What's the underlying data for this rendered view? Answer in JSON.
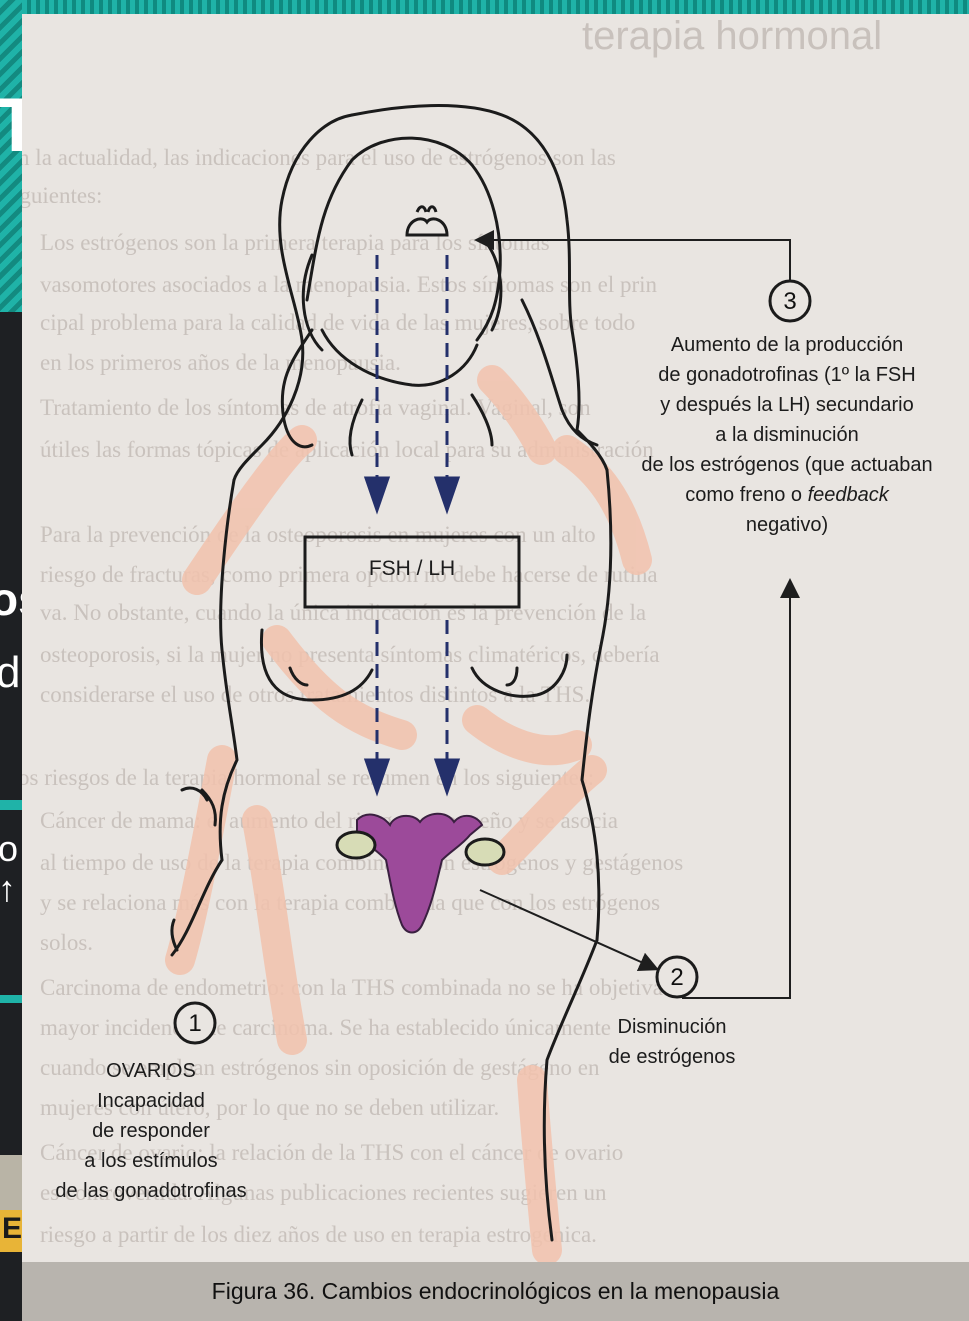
{
  "background_page": {
    "header": "terapia hormonal",
    "lines": [
      "En la actualidad, las indicaciones para el uso de estrógenos son las",
      "siguientes:",
      "Los estrógenos son la primera terapia para los síntomas",
      "vasomotores asociados a la menopausia. Estos síntomas son el prin",
      "cipal problema para la calidad de vida de las mujeres, sobre todo",
      "en los primeros años de la menopausia.",
      "Tratamiento de los síntomas de atrofia vaginal. Vaginal, son",
      "útiles las formas tópicas de aplicación local para su administración",
      "Para la prevención de la osteoporosis en mujeres con un alto",
      "riesgo de fracturas, como primera opción no debe hacerse de rutina",
      "va. No obstante, cuando la única indicación es la prevención de la",
      "osteoporosis, si la mujer no presenta síntomas climatéricos, debería",
      "considerarse el uso de otros tratamientos distintos a la THS.",
      "Los riesgos de la terapia hormonal se resumen en los siguientes:",
      "Cáncer de mama: el aumento del riesgo es pequeño y se asocia",
      "al tiempo de uso de la terapia combinada con estrógenos y gestágenos",
      "y se relaciona más con la terapia combinada que con los estrógenos",
      "solos.",
      "Carcinoma de endometrio: con la THS combinada no se ha objetivado",
      "mayor incidencia de carcinoma. Se ha establecido únicamente",
      "cuando se emplean estrógenos sin oposición de gestágeno en",
      "mujeres con útero, por lo que no se deben utilizar.",
      "Cáncer de ovario: la relación de la THS con el cáncer de ovario",
      "es controvertida. Algunas publicaciones recientes sugieren un",
      "riesgo a partir de los diez años de uso en terapia estrogénica."
    ]
  },
  "left_strip": {
    "fragments": [
      "T",
      "os",
      "de",
      "o",
      "↑",
      "E"
    ]
  },
  "diagram": {
    "box_label": "FSH / LH",
    "steps": [
      {
        "number": "1",
        "lines": [
          "OVARIOS",
          "Incapacidad",
          "de responder",
          "a los estímulos",
          "de las gonadotrofinas"
        ]
      },
      {
        "number": "2",
        "lines": [
          "Disminución",
          "de estrógenos"
        ]
      },
      {
        "number": "3",
        "lines": [
          "Aumento de la producción",
          "de gonadotrofinas (1º la FSH",
          "y después la LH) secundario",
          "a la disminución",
          "de los estrógenos (que actuaban"
        ],
        "line6_prefix": "como freno o ",
        "line6_em": "feedback",
        "line7": "negativo)"
      }
    ]
  },
  "caption": "Figura 36. Cambios endocrinológicos en la menopausia",
  "colors": {
    "page": "#e9e5e1",
    "body_shading": "#f2c2ad",
    "arrow_blue": "#24306b",
    "uterus": "#9c4a9a",
    "ovary": "#d7dcb6",
    "teal": "#1fb3a8"
  }
}
